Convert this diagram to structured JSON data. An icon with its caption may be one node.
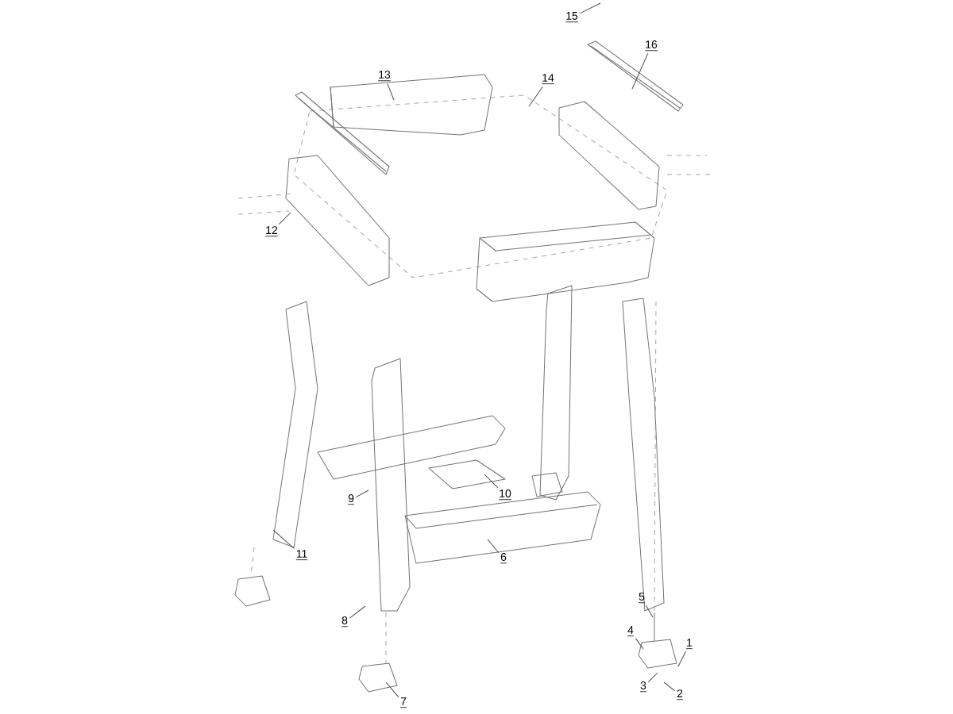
{
  "diagram": {
    "nodes": [
      {
        "text": [
          "15"
        ]
      },
      {
        "text": [
          "16"
        ]
      },
      {
        "text": [
          "13"
        ]
      },
      {
        "text": [
          "14"
        ]
      },
      {
        "text": [
          "12"
        ]
      },
      {
        "text": [
          "11"
        ]
      },
      {
        "text": [
          "9"
        ]
      },
      {
        "text": [
          "10"
        ]
      },
      {
        "text": [
          "6"
        ]
      },
      {
        "text": [
          "8"
        ]
      },
      {
        "text": [
          "7"
        ]
      },
      {
        "text": [
          "5"
        ]
      },
      {
        "text": [
          "4"
        ]
      },
      {
        "text": [
          "1"
        ]
      },
      {
        "text": [
          "3"
        ]
      },
      {
        "text": [
          "2"
        ]
      }
    ],
    "edges": [
      {
        "from": 0,
        "to": null,
        "arrow": "none"
      },
      {
        "from": 1,
        "to": null,
        "arrow": "none"
      },
      {
        "from": 2,
        "to": null,
        "arrow": "none"
      },
      {
        "from": 3,
        "to": null,
        "arrow": "none"
      },
      {
        "from": 4,
        "to": null,
        "arrow": "none"
      },
      {
        "from": 5,
        "to": null,
        "arrow": "none"
      },
      {
        "from": 6,
        "to": null,
        "arrow": "none"
      },
      {
        "from": 7,
        "to": null,
        "arrow": "none"
      },
      {
        "from": 8,
        "to": null,
        "arrow": "none"
      },
      {
        "from": 9,
        "to": null,
        "arrow": "none"
      },
      {
        "from": 10,
        "to": null,
        "arrow": "none"
      },
      {
        "from": 11,
        "to": null,
        "arrow": "none"
      },
      {
        "from": 12,
        "to": null,
        "arrow": "none"
      },
      {
        "from": 13,
        "to": null,
        "arrow": "none"
      },
      {
        "from": 14,
        "to": null,
        "arrow": "none"
      },
      {
        "from": 15,
        "to": null,
        "arrow": "none"
      }
    ]
  }
}
